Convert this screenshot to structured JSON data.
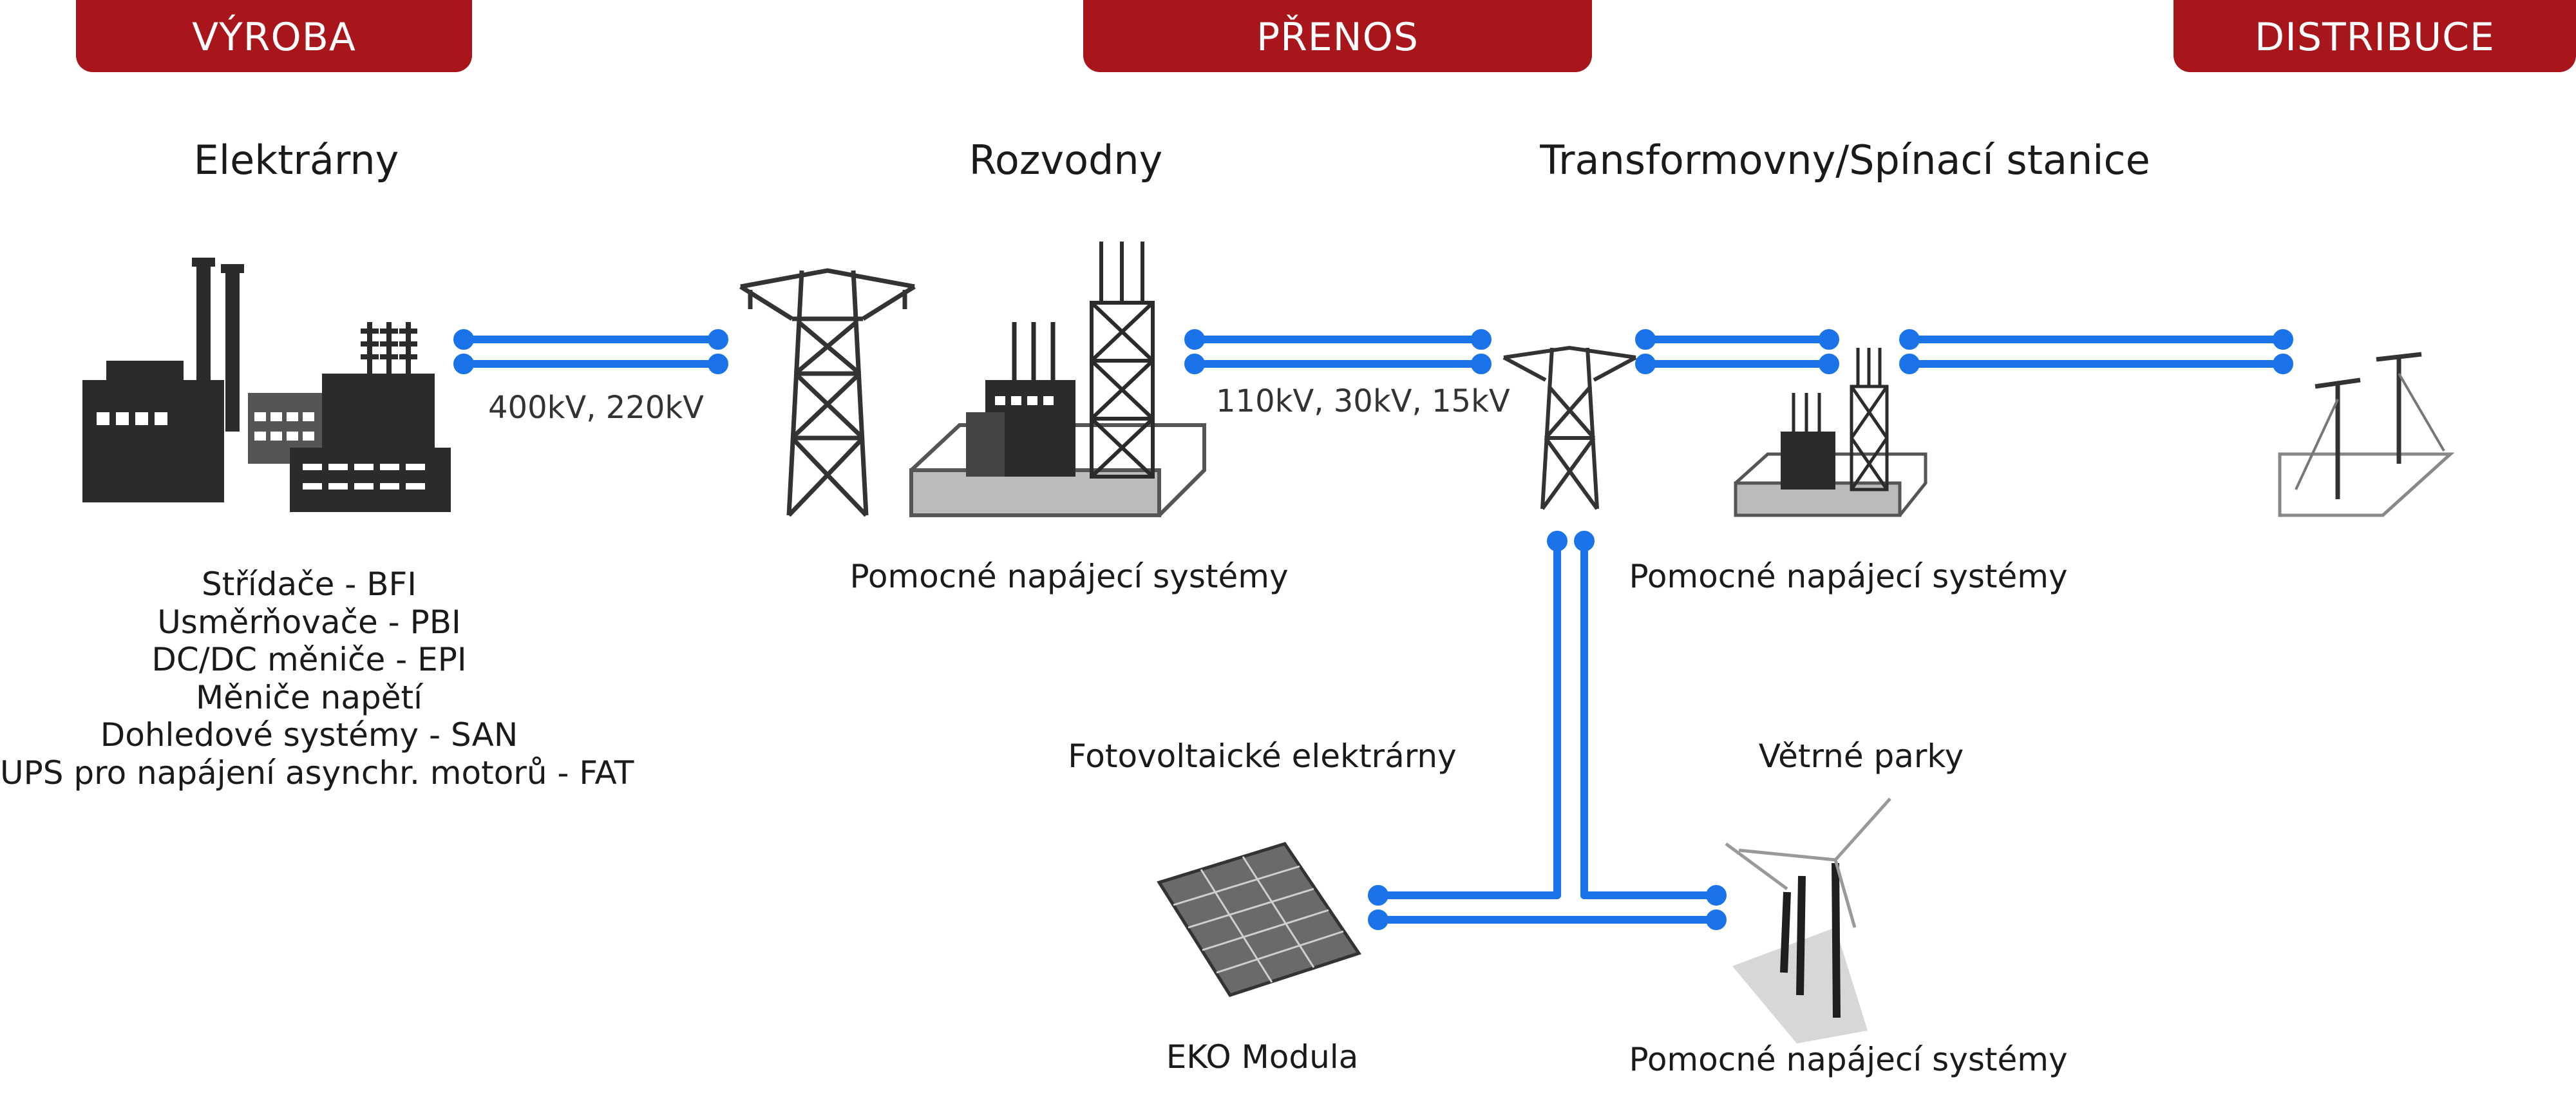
{
  "tabs": {
    "vyroba": "VÝROBA",
    "prenos": "PŘENOS",
    "distribuce": "DISTRIBUCE"
  },
  "headings": {
    "elektrarny": "Elektrárny",
    "rozvodny": "Rozvodny",
    "transformovny": "Transformovny/Spínací stanice"
  },
  "voltages": {
    "high": "400kV, 220kV",
    "mid": "110kV, 30kV, 15kV"
  },
  "products": [
    "Střídače - BFI",
    "Usměrňovače - PBI",
    "DC/DC měniče - EPI",
    "Měniče napětí",
    "Dohledové systémy - SAN",
    "UPS pro napájení asynchr. motorů - FAT"
  ],
  "labels": {
    "aux_rozvodny": "Pomocné napájecí systémy",
    "aux_transformovny": "Pomocné napájecí systémy",
    "aux_vetrne": "Pomocné napájecí systémy",
    "fotovoltaicke": "Fotovoltaické elektrárny",
    "vetrne_parky": "Větrné parky",
    "eko_modula": "EKO Modula"
  },
  "colors": {
    "tab_red": "#a8161c",
    "line_blue": "#1a73e8",
    "icon_dark": "#2b2b2b"
  },
  "icons": [
    "power-plant-icon",
    "transmission-tower-icon",
    "substation-icon",
    "small-tower-icon",
    "switching-station-icon",
    "utility-poles-icon",
    "solar-panel-icon",
    "wind-turbine-icon"
  ]
}
